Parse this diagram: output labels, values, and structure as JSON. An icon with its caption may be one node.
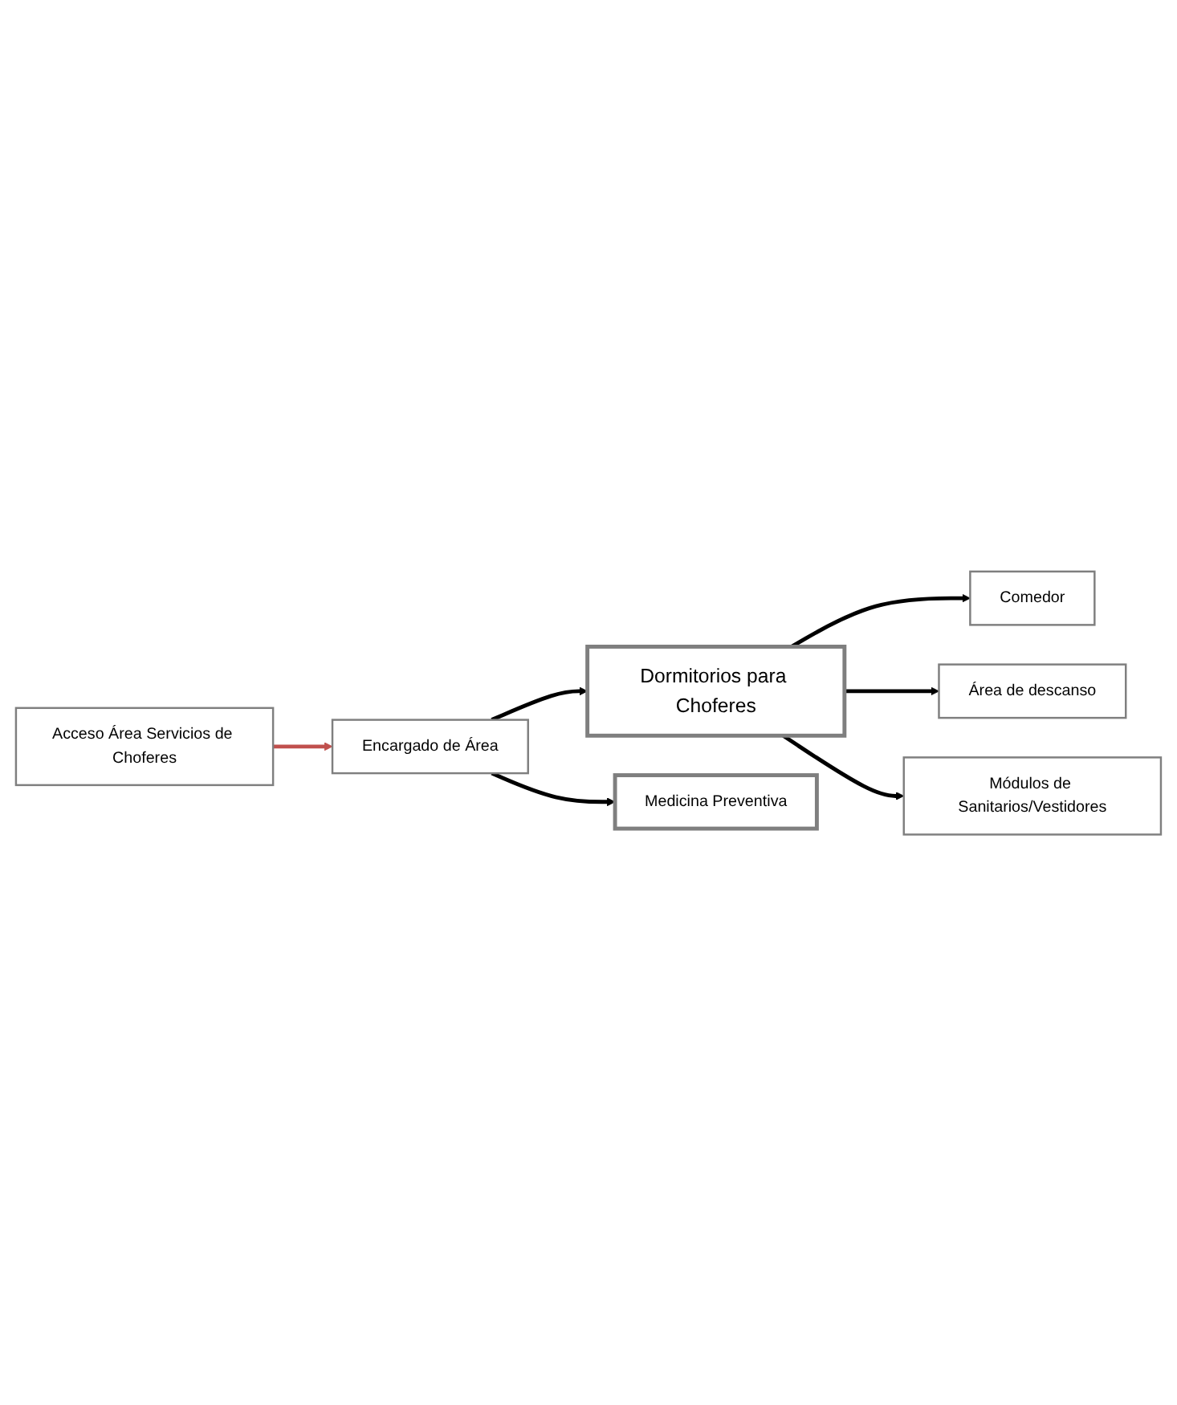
{
  "diagram": {
    "nodes": [
      {
        "text": [
          "Dormitorios para Choferes"
        ]
      },
      {
        "text": [
          "Comedor"
        ]
      },
      {
        "text": [
          "Área de descanso"
        ]
      },
      {
        "text": [
          "Módulos de Sanitarios/Vestidores"
        ]
      },
      {
        "text": [
          "Encargado de Área"
        ]
      },
      {
        "text": [
          "Medicina Preventiva"
        ]
      },
      {
        "text": [
          "Acceso Área Servicios de Choferes"
        ]
      }
    ],
    "edges": [
      {
        "from": 0,
        "to": 1,
        "arrow": "to"
      },
      {
        "from": 0,
        "to": 2,
        "arrow": "to"
      },
      {
        "from": 0,
        "to": 3,
        "arrow": "to"
      },
      {
        "from": 4,
        "to": 0,
        "arrow": "to"
      },
      {
        "from": 4,
        "to": 5,
        "arrow": "to"
      },
      {
        "from": 6,
        "to": 4,
        "arrow": "to",
        "color": "#c0504d"
      }
    ]
  }
}
